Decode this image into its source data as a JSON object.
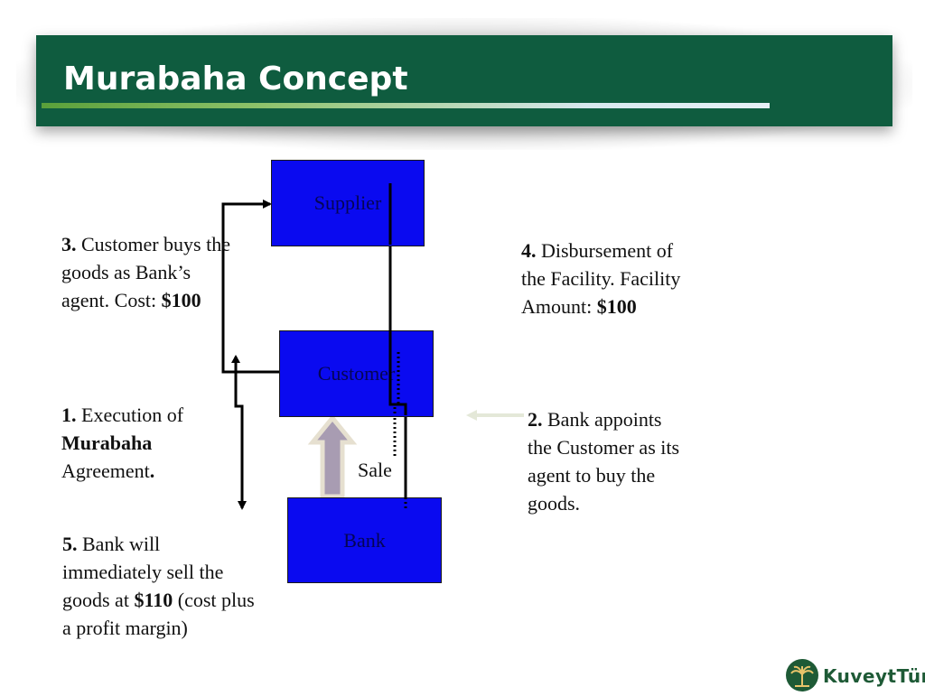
{
  "slide": {
    "title": "Murabaha Concept"
  },
  "boxes": {
    "supplier": "Supplier",
    "customer": "Customer",
    "bank": "Bank"
  },
  "labels": {
    "sale": "Sale"
  },
  "steps": {
    "step3": {
      "num": "3.",
      "text1": " Customer buys the goods as Bank’s agent. Cost: ",
      "amount": "$100"
    },
    "step1": {
      "num": "1.",
      "text1": " Execution of ",
      "bold": "Murabaha",
      "text2": " Agreement",
      "end": "."
    },
    "step5": {
      "num": "5.",
      "text1": " Bank will immediately sell the goods at ",
      "amount": "$110",
      "text2": " (cost plus a profit margin)"
    },
    "step4": {
      "num": "4.",
      "text1": "  Disbursement of the Facility. Facility Amount: ",
      "amount": "$100"
    },
    "step2": {
      "num": "2.",
      "text1": " Bank appoints the Customer as its agent to buy the goods."
    }
  },
  "logo": {
    "text": "KuveytTürk",
    "icon": "palm-tree-icon"
  },
  "colors": {
    "banner": "#0f5c3f",
    "box_fill": "#0a0af0",
    "box_text": "#050555"
  }
}
